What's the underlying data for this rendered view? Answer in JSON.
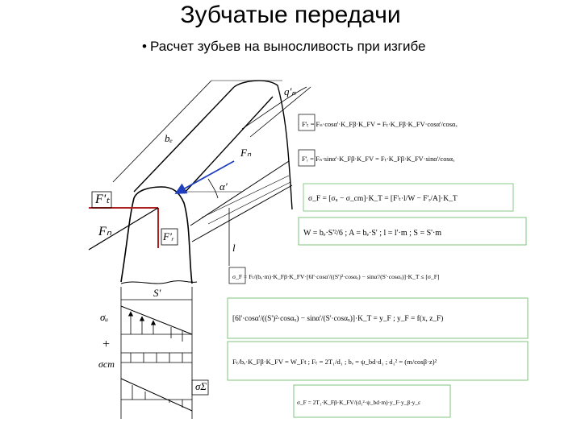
{
  "slide": {
    "title": "Зубчатые передачи",
    "bullet": "•",
    "subtitle": "Расчет зубьев на выносливость при изгибе"
  },
  "figure": {
    "labels": {
      "qn": "q'ₙ",
      "bw": "bₑ",
      "fn": "Fₙ",
      "alpha": "α'",
      "ft": "F'ₜ",
      "fr": "F'ᵣ",
      "fn_left": "Fₙ",
      "l": "l",
      "s": "S'",
      "sigma_u": "σᵤ",
      "plus": "+",
      "sigma_cm": "σcm",
      "sigma_sum": "σΣ"
    },
    "formulas": {
      "f1": "F'ₜ = Fₙ·cosα'·K_Fβ·K_FV = Fₜ·K_Fβ·K_FV·cosα'/cosαₓ",
      "f2": "F'ᵣ = Fₙ·sinα'·K_Fβ·K_FV = Fₜ·K_Fβ·K_FV·sinα'/cosαₓ",
      "f3": "σ_F = [σᵤ − σ_cm]·K_T = [F'ₜ·l/W − F'ᵣ/A]·K_T",
      "f4": "W = bₑ·S'²/6 ;  A = bₑ·S' ;  l = l'·m ;  S = S'·m",
      "f5": "σ_F = Fₜ/(bₑ·m)·K_Fβ·K_FV·[6l'·cosα'/((S')²·cosαₓ) − sinα'/(S'·cosαₓ)]·K_T ≤ [σ_F]",
      "f6": "[6l'·cosα'/((S')²·cosαₓ) − sinα'/(S'·cosαₓ)]·K_T = y_F ;   y_F = f(x, z_F)",
      "f7": "Fₜ/bₑ·K_Fβ·K_FV = W_Ft ;  Fₜ = 2T₁/d₁ ;  bₑ = ψ_bd·d₁ ;  d₁² = (m/cosβ·z)²",
      "f8": "σ_F = 2T₁·K_Fβ·K_FV/(d₁²·ψ_bd·m)·y_F·y_β·y_ε"
    },
    "colors": {
      "formula_box": "#7bc67b",
      "force_line": "#1f3fbf",
      "force_red": "#b02020"
    }
  }
}
